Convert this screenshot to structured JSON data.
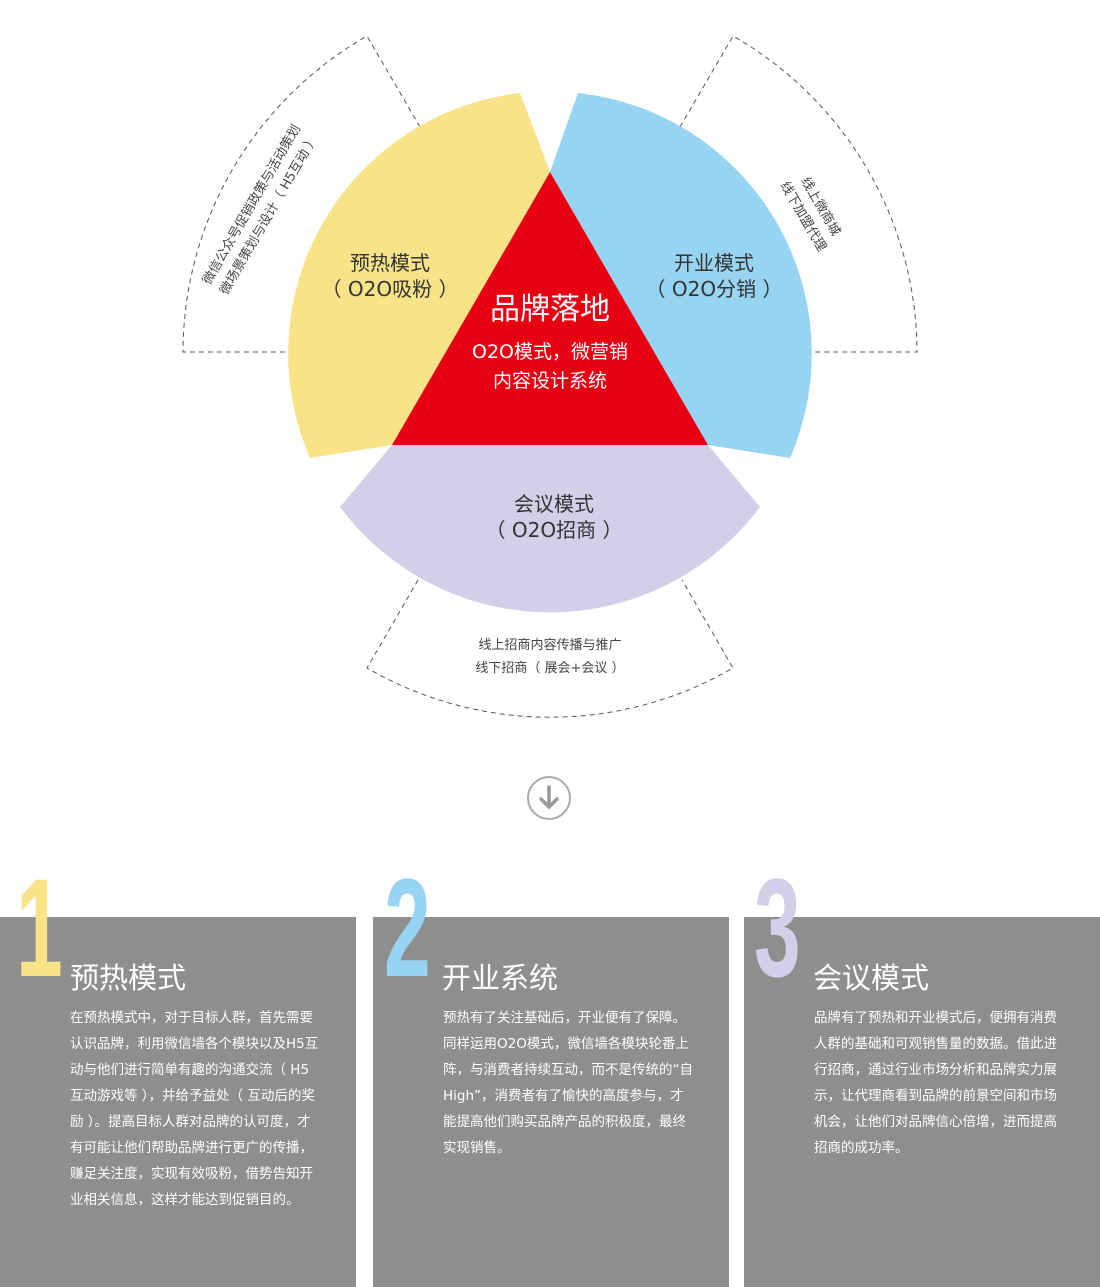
{
  "center": {
    "title": "品牌落地",
    "sub1": "O2O模式，微营销",
    "sub2": "内容设计系统"
  },
  "sectors": [
    {
      "name": "预热模式",
      "sub": "（ O2O吸粉 ）",
      "color": "#f9e388",
      "notes": [
        "微信公众号促销政策与活动策划",
        "微场景策划与设计（ H5互动 ）"
      ]
    },
    {
      "name": "开业模式",
      "sub": "（ O2O分销 ）",
      "color": "#97d4f2",
      "notes": [
        "线上微商城",
        "线下加盟代理"
      ]
    },
    {
      "name": "会议模式",
      "sub": "（ O2O招商 ）",
      "color": "#d3cfe8",
      "notes": [
        "线上招商内容传播与推广",
        "线下招商（ 展会+会议 ）"
      ]
    }
  ],
  "colors": {
    "red": "#e60012",
    "panel": "#8e8e8e"
  },
  "arrow_icon": "arrow-down-circle-icon",
  "panels": [
    {
      "num": "1",
      "color": "#f9e388",
      "title": "预热模式",
      "text": "在预热模式中，对于目标人群，首先需要认识品牌，利用微信墙各个模块以及H5互动与他们进行简单有趣的沟通交流（ H5互动游戏等 ），并给予益处（ 互动后的奖励 ）。提高目标人群对品牌的认可度，才有可能让他们帮助品牌进行更广的传播，赚足关注度，实现有效吸粉，借势告知开业相关信息，这样才能达到促销目的。"
    },
    {
      "num": "2",
      "color": "#97d4f2",
      "title": "开业系统",
      "text": "预热有了关注基础后，开业便有了保障。同样运用O2O模式，微信墙各模块轮番上阵，与消费者持续互动，而不是传统的“自High”，消费者有了愉快的高度参与，才能提高他们购买品牌产品的积极度，最终实现销售。"
    },
    {
      "num": "3",
      "color": "#d3cfe8",
      "title": "会议模式",
      "text": "品牌有了预热和开业模式后，便拥有消费人群的基础和可观销售量的数据。借此进行招商，通过行业市场分析和品牌实力展示，让代理商看到品牌的前景空间和市场机会，让他们对品牌信心倍增，进而提高招商的成功率。"
    }
  ]
}
